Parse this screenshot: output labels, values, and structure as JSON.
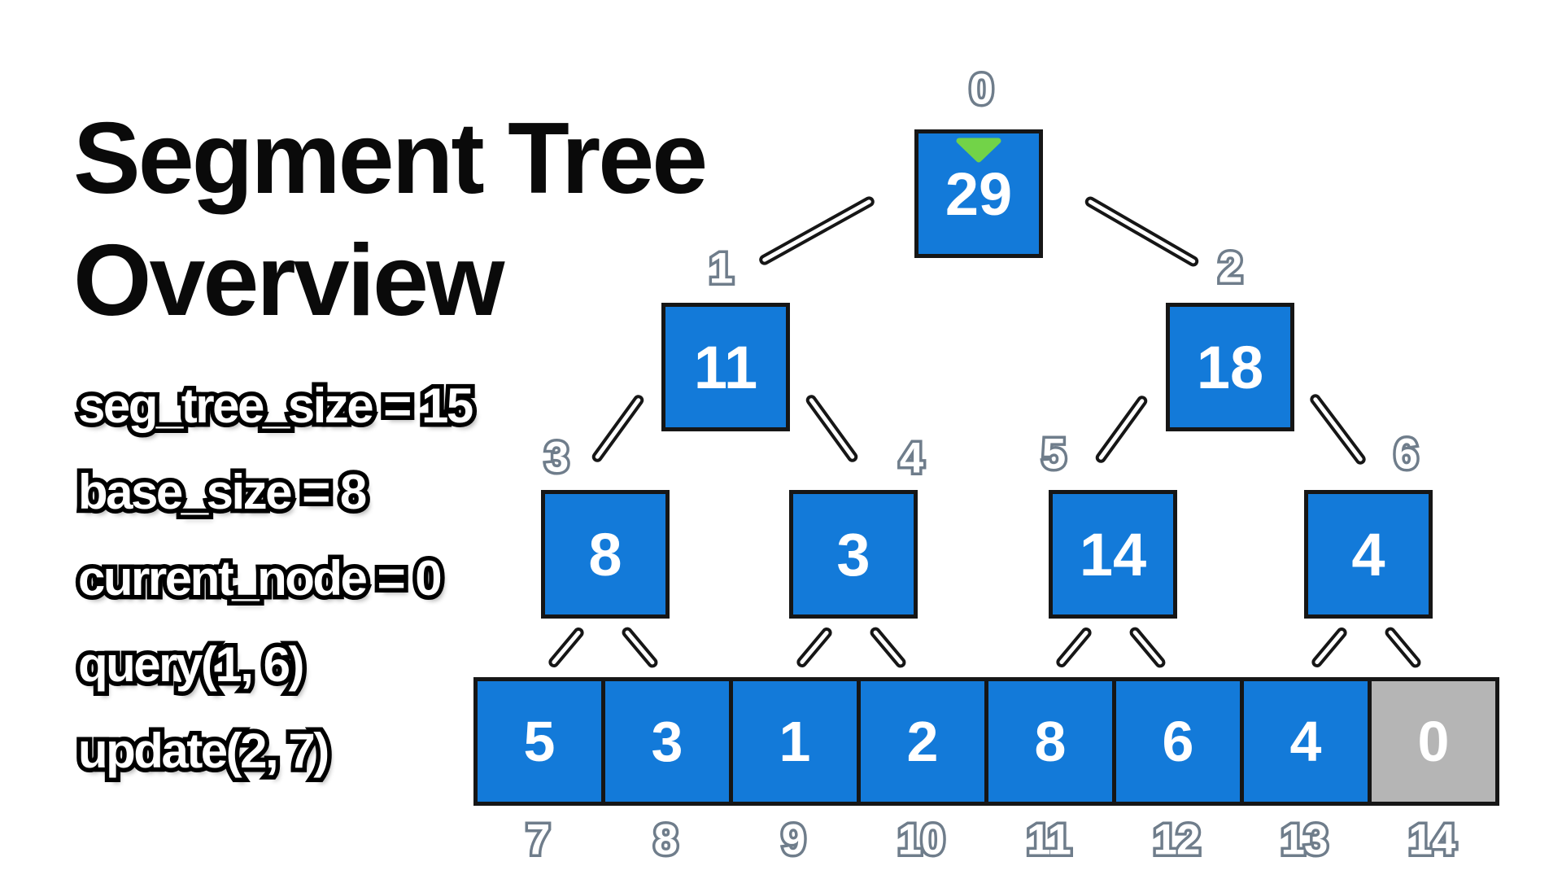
{
  "title": {
    "line1": "Segment Tree",
    "line2": "Overview"
  },
  "stats": {
    "items": [
      "seg_tree_size = 15",
      "base_size = 8",
      "current_node = 0",
      "query(1, 6)",
      "update(2, 7)"
    ]
  },
  "tree": {
    "internal_nodes": [
      {
        "index": "0",
        "value": "29"
      },
      {
        "index": "1",
        "value": "11"
      },
      {
        "index": "2",
        "value": "18"
      },
      {
        "index": "3",
        "value": "8"
      },
      {
        "index": "4",
        "value": "3"
      },
      {
        "index": "5",
        "value": "14"
      },
      {
        "index": "6",
        "value": "4"
      }
    ],
    "leaves": [
      {
        "index": "7",
        "value": "5"
      },
      {
        "index": "8",
        "value": "3"
      },
      {
        "index": "9",
        "value": "1"
      },
      {
        "index": "10",
        "value": "2"
      },
      {
        "index": "11",
        "value": "8"
      },
      {
        "index": "12",
        "value": "6"
      },
      {
        "index": "13",
        "value": "4"
      },
      {
        "index": "14",
        "value": "0"
      }
    ],
    "marker_on_node_index": "0"
  },
  "colors": {
    "node_blue": "#137AD9",
    "inactive_gray": "#B5B5B5",
    "marker_green": "#72D348",
    "outline_black": "#161616",
    "index_label_gray": "#6F7D8B",
    "text_white": "#FFFFFF",
    "title_black": "#0A0A0A"
  }
}
